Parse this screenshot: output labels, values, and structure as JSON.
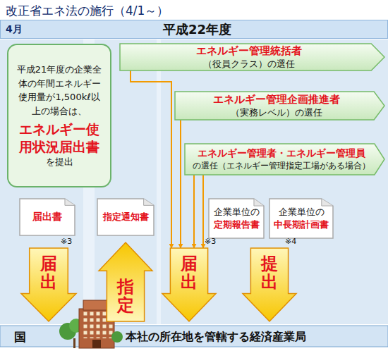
{
  "diagram": {
    "title": "改正省エネ法の施行（4/1～）",
    "nodes": [
      {
        "text": [
          "平成22年度"
        ]
      },
      {
        "text": [
          "平成21年度の企業全体の年間エネルギー使用量が1,500kℓ以上の場合は、",
          "エネルギー使用状況届出書",
          "を提出"
        ]
      },
      {
        "text": [
          "エネルギー管理統括者",
          "（役員クラス）の選任"
        ]
      },
      {
        "text": [
          "エネルギー管理企画推進者",
          "（実務レベル）の選任"
        ]
      },
      {
        "text": [
          "エネルギー管理者・エネルギー管理員",
          "の選任（エネルギー管理指定工場がある場合）"
        ]
      },
      {
        "text": [
          "届出書"
        ]
      },
      {
        "text": [
          "指定通知書"
        ]
      },
      {
        "text": [
          "企業単位の",
          "定期報告書"
        ]
      },
      {
        "text": [
          "企業単位の",
          "中長期計画書"
        ]
      },
      {
        "text": [
          "届出"
        ]
      },
      {
        "text": [
          "指定"
        ]
      },
      {
        "text": [
          "届出"
        ]
      },
      {
        "text": [
          "提出"
        ]
      },
      {
        "text": [
          "国",
          "本社の所在地を管轄する経済産業局"
        ]
      }
    ],
    "edges": [
      {
        "from": 2,
        "to": 11,
        "arrow": "to"
      },
      {
        "from": 3,
        "to": 11,
        "arrow": "to"
      },
      {
        "from": 4,
        "to": 11,
        "arrow": "to"
      },
      {
        "from": 4,
        "to": 11,
        "arrow": "to"
      }
    ],
    "labels": [
      "4月",
      "※3",
      "※3",
      "※4"
    ]
  }
}
